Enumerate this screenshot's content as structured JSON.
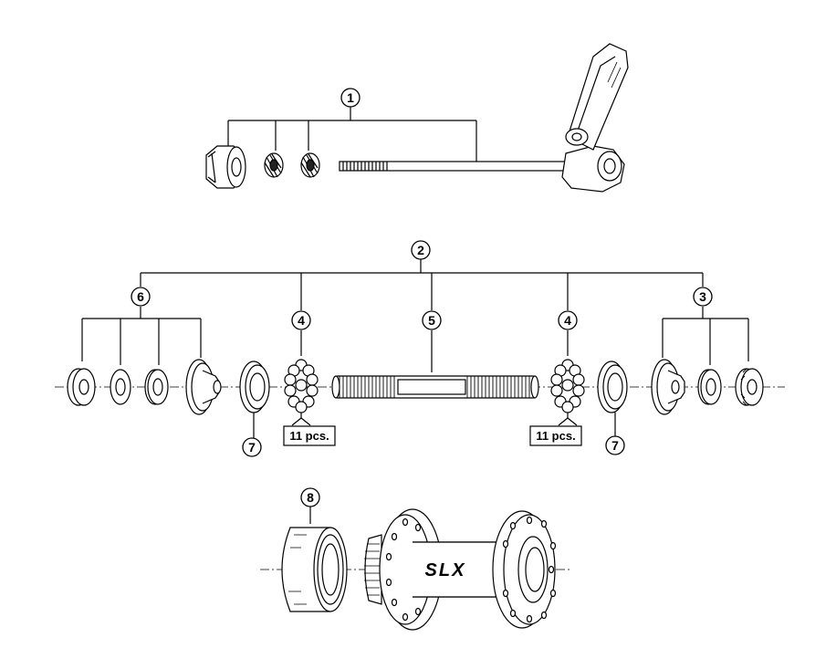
{
  "callouts": {
    "c1": "1",
    "c2": "2",
    "c3": "3",
    "c4a": "4",
    "c4b": "4",
    "c5": "5",
    "c6": "6",
    "c7a": "7",
    "c7b": "7",
    "c8": "8"
  },
  "labels": {
    "balls_left": "11 pcs.",
    "balls_right": "11 pcs.",
    "hub_logo": "SLX"
  },
  "colors": {
    "line": "#000000",
    "fill": "#ffffff",
    "shade": "#d9d9d9"
  }
}
